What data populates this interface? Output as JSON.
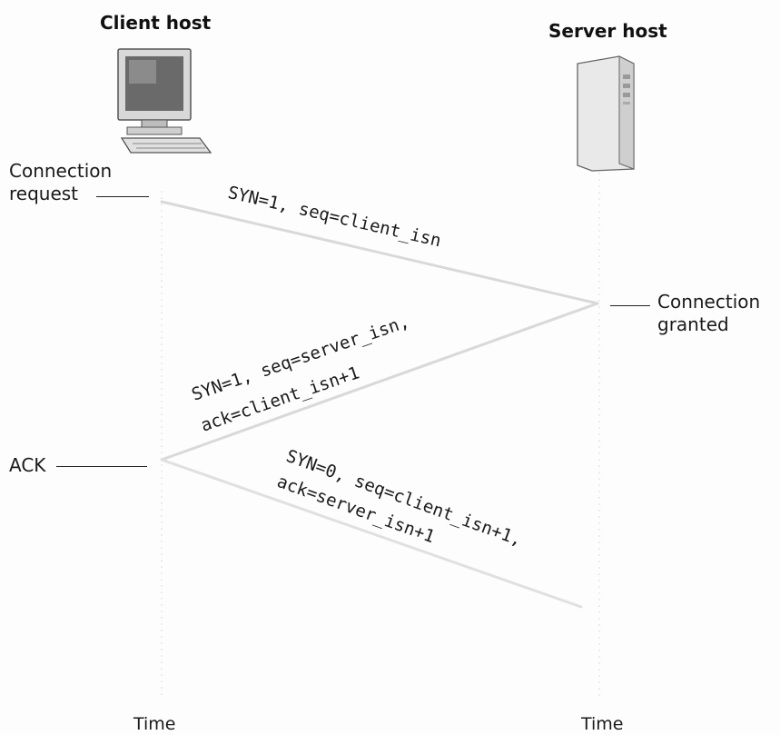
{
  "hosts": {
    "client_title": "Client host",
    "server_title": "Server host"
  },
  "events": {
    "client_request_line1": "Connection",
    "client_request_line2": "request",
    "server_granted_line1": "Connection",
    "server_granted_line2": "granted",
    "client_ack": "ACK"
  },
  "messages": {
    "syn": "SYN=1, seq=client_isn",
    "synack_line1": "SYN=1, seq=server_isn,",
    "synack_line2": "ack=client_isn+1",
    "ack_line1": "SYN=0, seq=client_isn+1,",
    "ack_line2": "ack=server_isn+1"
  },
  "timeline": {
    "client_time": "Time",
    "server_time": "Time"
  },
  "icons": {
    "client": "desktop-computer-icon",
    "server": "server-tower-icon"
  }
}
